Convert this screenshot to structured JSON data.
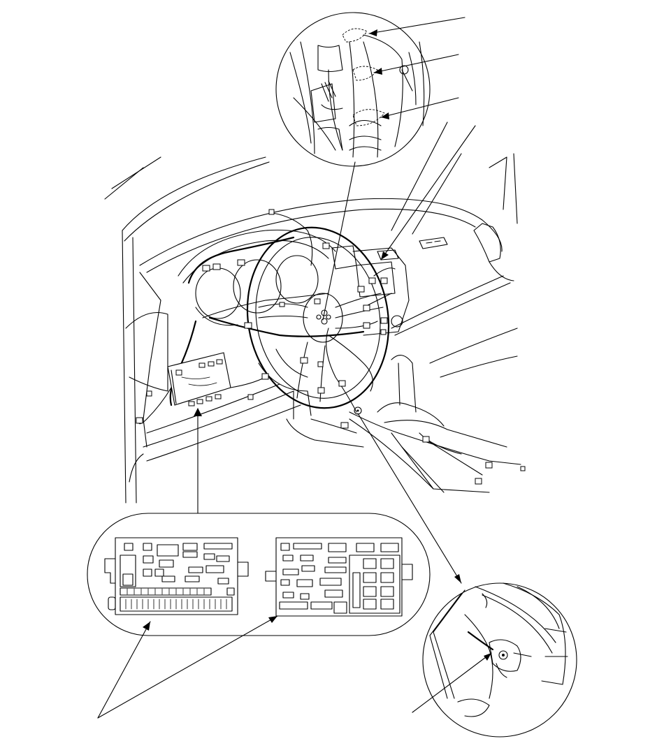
{
  "diagram": {
    "subject": "dashboard-wire-harness-and-fuse-box",
    "colors": {
      "line": "#000000",
      "background": "#ffffff"
    },
    "callouts": [
      {
        "id": "steering-column-upper"
      },
      {
        "id": "steering-column-middle"
      },
      {
        "id": "steering-column-lower"
      },
      {
        "id": "center-dash"
      },
      {
        "id": "fuse-box"
      },
      {
        "id": "floor-ground"
      }
    ]
  }
}
